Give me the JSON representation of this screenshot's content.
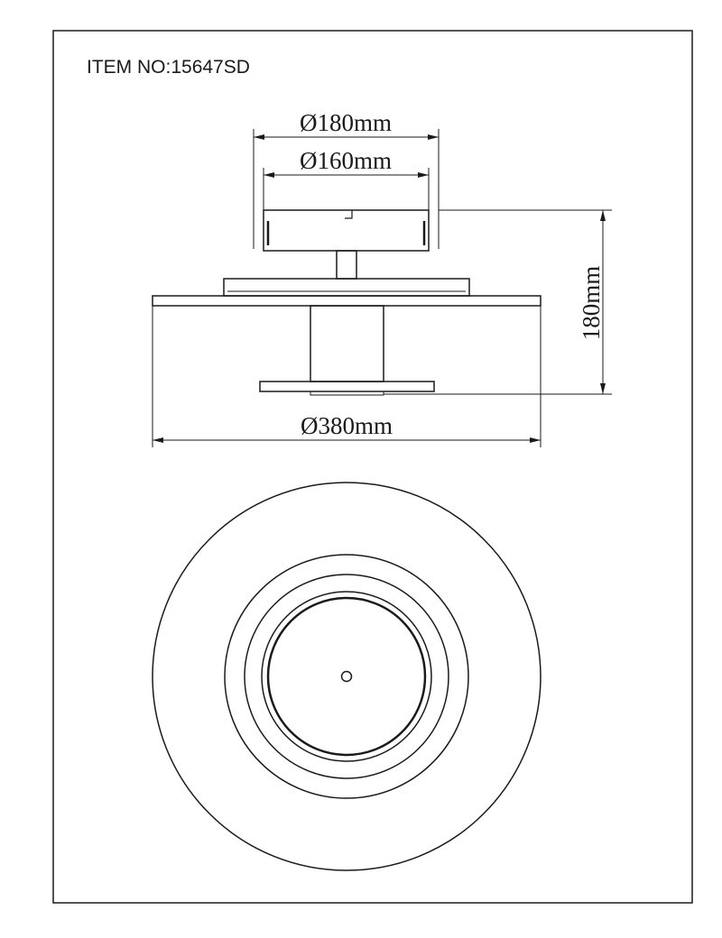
{
  "title": "ITEM NO:15647SD",
  "dimensions": {
    "canopy_outer": "Ø180mm",
    "canopy_inner": "Ø160mm",
    "height": "180mm",
    "disc": "Ø380mm"
  },
  "colors": {
    "line": "#1a1a1a",
    "background": "#ffffff"
  }
}
